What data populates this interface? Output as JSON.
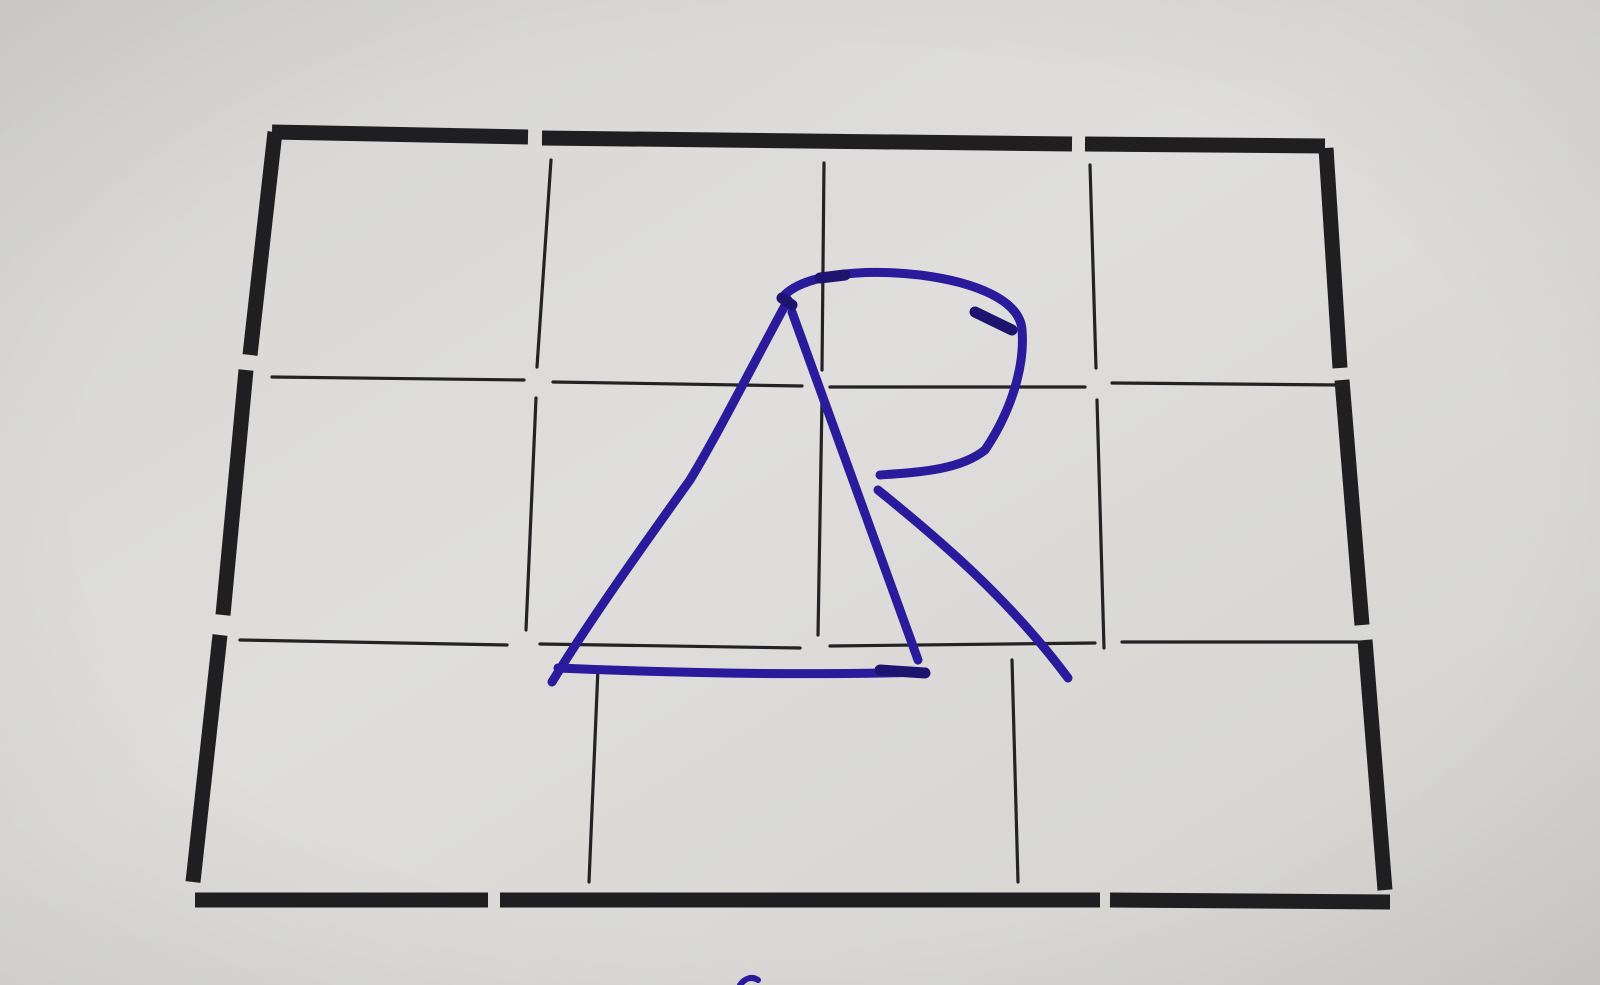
{
  "photo": {
    "paper_color": "#dcdbd9",
    "paper_shadow_color": "#cfcecb",
    "frame_ink_color": "#1f1f21",
    "grid_ink_color": "#232325",
    "pen_ink_color": "#2a1a9c",
    "pen_ink_dark_color": "#1d1470",
    "grid": {
      "rows": 3,
      "columns_upper_rows": 4,
      "columns_bottom_row": 3
    },
    "drawing": {
      "shapes": [
        "triangle",
        "letter-r"
      ]
    }
  }
}
